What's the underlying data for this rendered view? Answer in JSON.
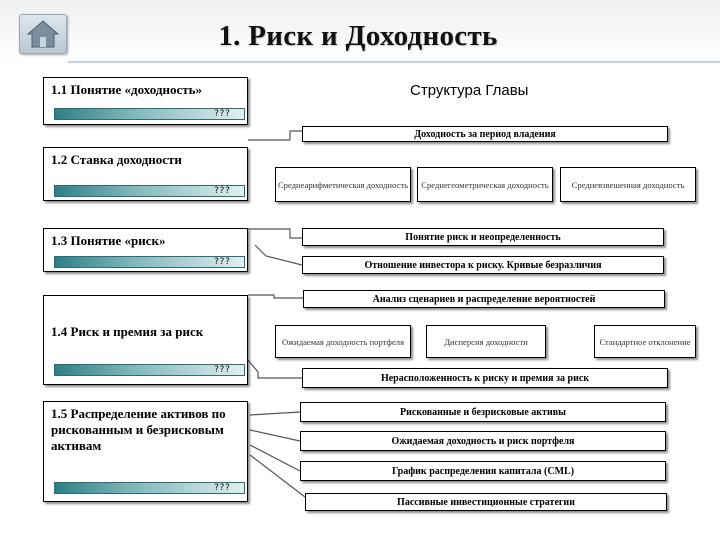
{
  "title": "1. Риск и Доходность",
  "structure_label": "Структура Главы",
  "placeholder": "???",
  "sections": [
    {
      "id": "1.1",
      "label": "1.1 Понятие «доходность»"
    },
    {
      "id": "1.2",
      "label": "1.2 Ставка доходности"
    },
    {
      "id": "1.3",
      "label": "1.3 Понятие «риск»"
    },
    {
      "id": "1.4",
      "label": "1.4 Риск и премия за риск"
    },
    {
      "id": "1.5",
      "label": "1.5 Распределение активов по рискованным и безрисковым активам"
    }
  ],
  "topics": {
    "holding_period_return": "Доходность за период владения",
    "arithmetic_mean": "Среднеарифметическая доходность",
    "geometric_mean": "Среднегеометрическая доходность",
    "weighted_mean": "Средневзвешенная доходность",
    "risk_uncertainty": "Понятие риск и неопределенность",
    "investor_attitude": "Отношение инвестора к риску. Кривые безразличия",
    "scenario_analysis": "Анализ сценариев и распределение вероятностей",
    "expected_return": "Ожидаемая доходность портфеля",
    "variance": "Дисперсия доходности",
    "std_dev": "Стандартное отклонение",
    "risk_aversion": "Нерасположенность к риску и премия за риск",
    "risky_riskfree": "Рискованные и безрисковые активы",
    "portfolio_return_risk": "Ожидаемая доходность и риск портфеля",
    "cml": "График распределения капитала (CML)",
    "passive_strategies": "Пассивные инвестиционные стратегии"
  }
}
